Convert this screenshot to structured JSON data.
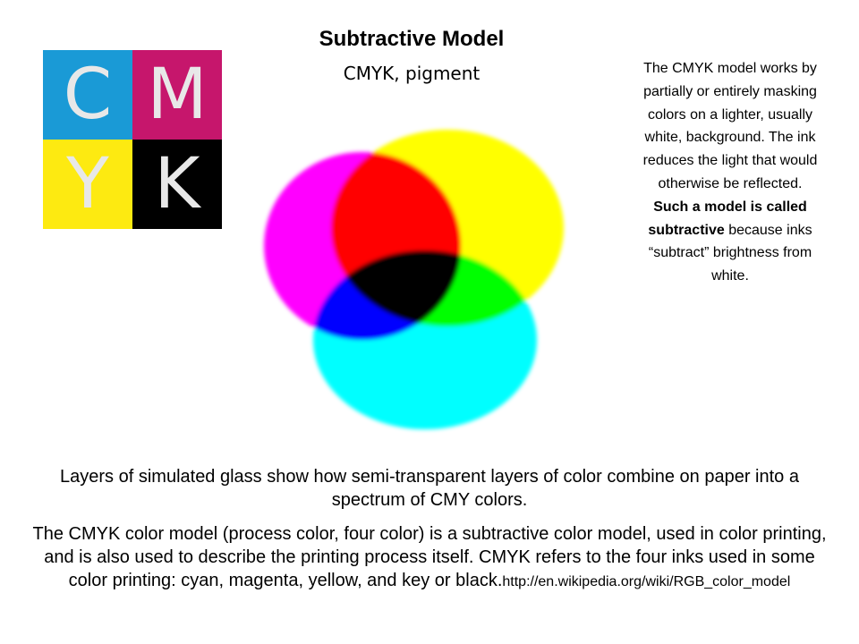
{
  "slide": {
    "title": "Subtractive Model",
    "subtitle": "CMYK, pigment"
  },
  "logo": {
    "letters": [
      "C",
      "M",
      "Y",
      "K"
    ],
    "colors": {
      "cyan": "#1a9ad6",
      "magenta": "#c6166c",
      "yellow": "#fdea11",
      "key": "#000000"
    }
  },
  "side_note": {
    "text_before": "The CMYK model works by partially or entirely masking colors on a lighter, usually white, background. The ink reduces the light that would otherwise be reflected. ",
    "bold": "Such a model is called subtractive",
    "text_after": " because inks “subtract” brightness from white."
  },
  "diagram": {
    "circle_colors": {
      "magenta": "#ff00ff",
      "yellow": "#ffff00",
      "cyan": "#00ffff"
    }
  },
  "caption": "Layers of simulated glass show how semi-transparent layers of color combine on paper into a spectrum of CMY colors.",
  "description": {
    "text": "The CMYK color model (process color, four color) is a subtractive color model, used in color printing, and is also used to describe the printing process itself. CMYK refers to the four inks used in some color printing: cyan, magenta, yellow, and key or black.",
    "link": "http://en.wikipedia.org/wiki/RGB_color_model"
  }
}
